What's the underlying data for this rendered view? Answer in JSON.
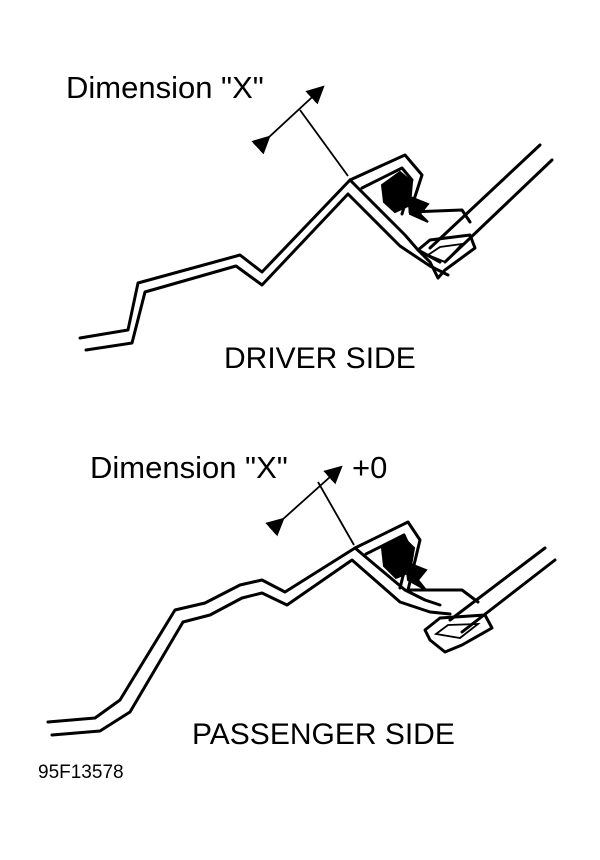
{
  "diagram": {
    "driver": {
      "dimension_label": "Dimension \"X\"",
      "side_label": "DRIVER SIDE"
    },
    "passenger": {
      "dimension_label": "Dimension \"X\"",
      "offset_label": "+0",
      "side_label": "PASSENGER SIDE"
    },
    "figure_id": "95F13578"
  }
}
